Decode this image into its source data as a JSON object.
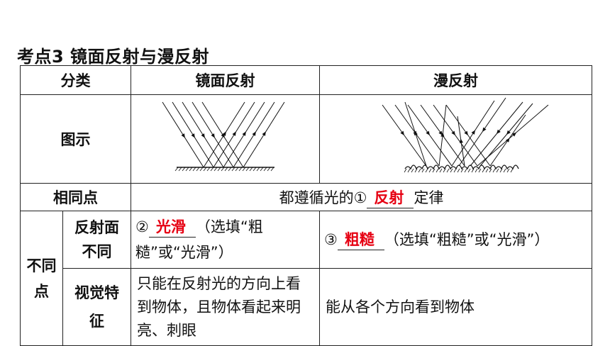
{
  "title": "考点3  镜面反射与漫反射",
  "header": {
    "category": "分类",
    "specular": "镜面反射",
    "diffuse": "漫反射"
  },
  "rows": {
    "diagram": {
      "label": "图示"
    },
    "same": {
      "label": "相同点",
      "prefix": "都遵循光的①",
      "answer": "反射",
      "suffix": "定律"
    },
    "different": {
      "label_line1": "不同",
      "label_line2": "点",
      "surface": {
        "label_line1": "反射面",
        "label_line2": "不同",
        "specular_num": "②",
        "specular_answer": "光滑",
        "specular_rest": "（选填“粗糙”或“光滑”）",
        "diffuse_num": "③",
        "diffuse_answer": "粗糙",
        "diffuse_rest": "（选填“粗糙”或“光滑”）"
      },
      "visual": {
        "label_line1": "视觉特",
        "label_line2": "征",
        "specular_text": "只能在反射光的方向上看到物体，且物体看起来明亮、刺眼",
        "diffuse_text": "能从各个方向看到物体"
      }
    }
  }
}
